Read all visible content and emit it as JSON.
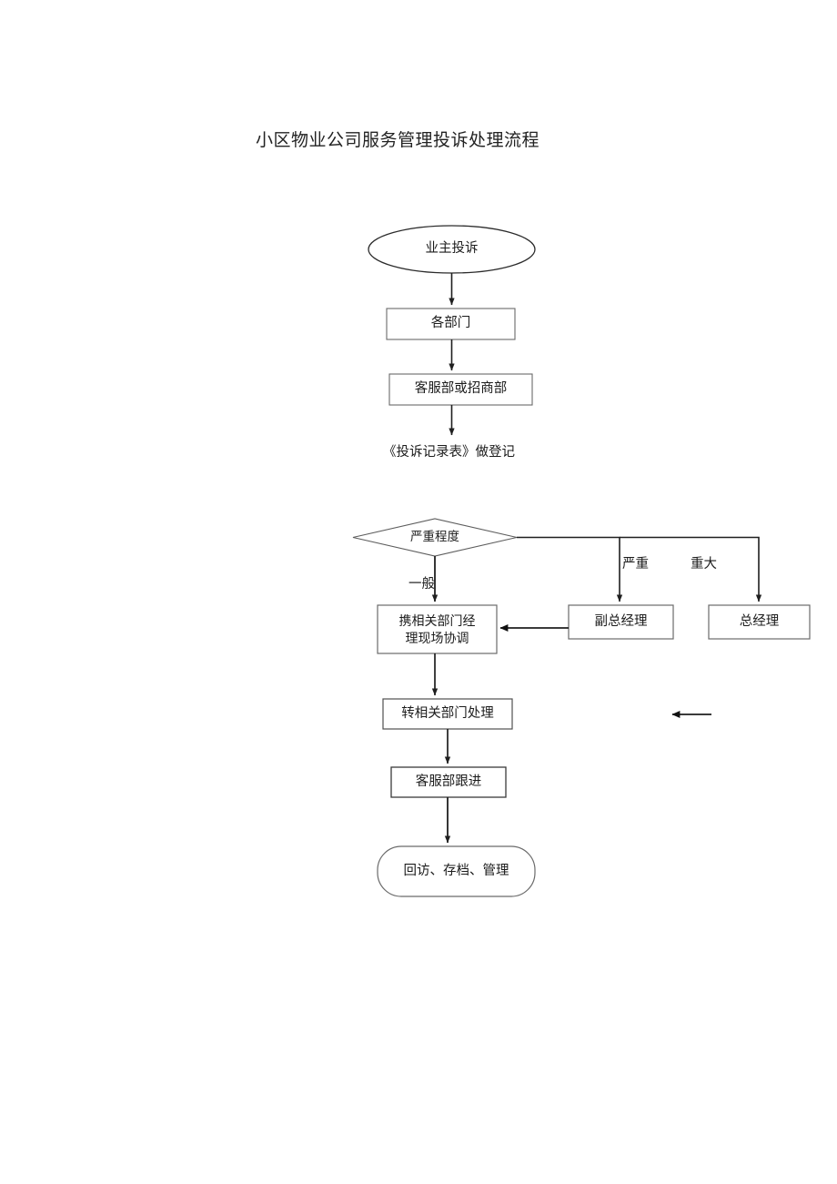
{
  "document": {
    "title": "小区物业公司服务管理投诉处理流程"
  },
  "flowchart": {
    "nodes": [
      {
        "id": "owner-complaint",
        "shape": "ellipse",
        "label": "业主投诉"
      },
      {
        "id": "departments",
        "shape": "rect",
        "label": "各部门"
      },
      {
        "id": "service-or-invest",
        "shape": "rect",
        "label": "客服部或招商部"
      },
      {
        "id": "severity",
        "shape": "diamond",
        "label": "严重程度"
      },
      {
        "id": "onsite-coord",
        "shape": "rect",
        "label": "携相关部门经\n理现场协调"
      },
      {
        "id": "deputy-gm",
        "shape": "rect",
        "label": "副总经理"
      },
      {
        "id": "general-manager",
        "shape": "rect",
        "label": "总经理"
      },
      {
        "id": "transfer-dept",
        "shape": "rect",
        "label": "转相关部门处理"
      },
      {
        "id": "service-followup",
        "shape": "rect",
        "label": "客服部跟进"
      },
      {
        "id": "archive-manage",
        "shape": "rounded",
        "label": "回访、存档、管理"
      }
    ],
    "free_texts": [
      {
        "id": "record-form-note",
        "label": "《投诉记录表》做登记"
      }
    ],
    "edge_labels": [
      {
        "id": "branch-general",
        "label": "一般"
      },
      {
        "id": "branch-serious",
        "label": "严重"
      },
      {
        "id": "branch-major",
        "label": "重大"
      }
    ],
    "colors": {
      "stroke": "#2b2b2b",
      "box_stroke": "#5a5a5a",
      "fill": "#ffffff",
      "text": "#1c1c1c"
    }
  }
}
